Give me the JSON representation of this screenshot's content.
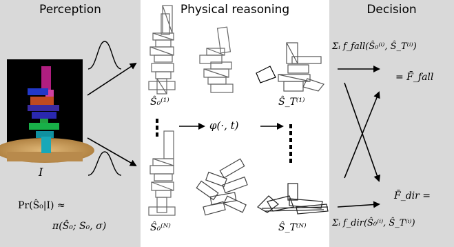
{
  "panels": {
    "perception_title": "Perception",
    "physical_title": "Physical reasoning",
    "decision_title": "Decision"
  },
  "perception": {
    "image_label": "I",
    "prior_line1": "Pr(Ŝ₀|I) ≈",
    "prior_line2": "π(Ŝ₀; S₀, σ)"
  },
  "physical": {
    "state0_first": "Ŝ₀⁽¹⁾",
    "stateT_first": "Ŝ_T⁽¹⁾",
    "dynamics": "φ(·, t)",
    "state0_last": "Ŝ₀⁽ᴺ⁾",
    "stateT_last": "Ŝ_T⁽ᴺ⁾"
  },
  "decision": {
    "fall_sum": "Σᵢ f_fall(Ŝ₀⁽ⁱ⁾, Ŝ_T⁽ⁱ⁾)",
    "fall_result": "= F̄_fall",
    "dir_result": "F̄_dir =",
    "dir_sum": "Σᵢ f_dir(Ŝ₀⁽ⁱ⁾, Ŝ_T⁽ⁱ⁾)"
  },
  "colors": {
    "panel_gray": "#d9d9d9",
    "image_bg": "#000000",
    "table_wood": "#c8a060",
    "block_magenta": "#c0208a",
    "block_blue": "#2030c0",
    "block_green": "#20a040",
    "block_cyan": "#20b0c0",
    "block_red": "#c04020"
  }
}
